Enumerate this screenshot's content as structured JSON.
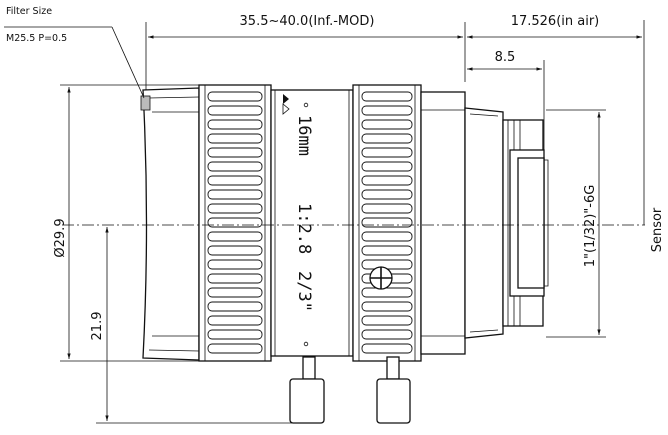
{
  "filter_label_line1": "Filter Size",
  "filter_label_line2": "M25.5 P=0.5",
  "length_dimension": "35.5~40.0(Inf.-MOD)",
  "backfocus_dimension": "17.526(in air)",
  "flange_dimension": "8.5",
  "diameter_dimension": "Ø29.9",
  "height_dimension": "21.9",
  "mount_thread": "1\"(1/32)\"-6G",
  "sensor_label": "Sensor",
  "engraving": {
    "focal_length": "16mm",
    "aperture": "1:2.8",
    "format": "2/3\""
  }
}
